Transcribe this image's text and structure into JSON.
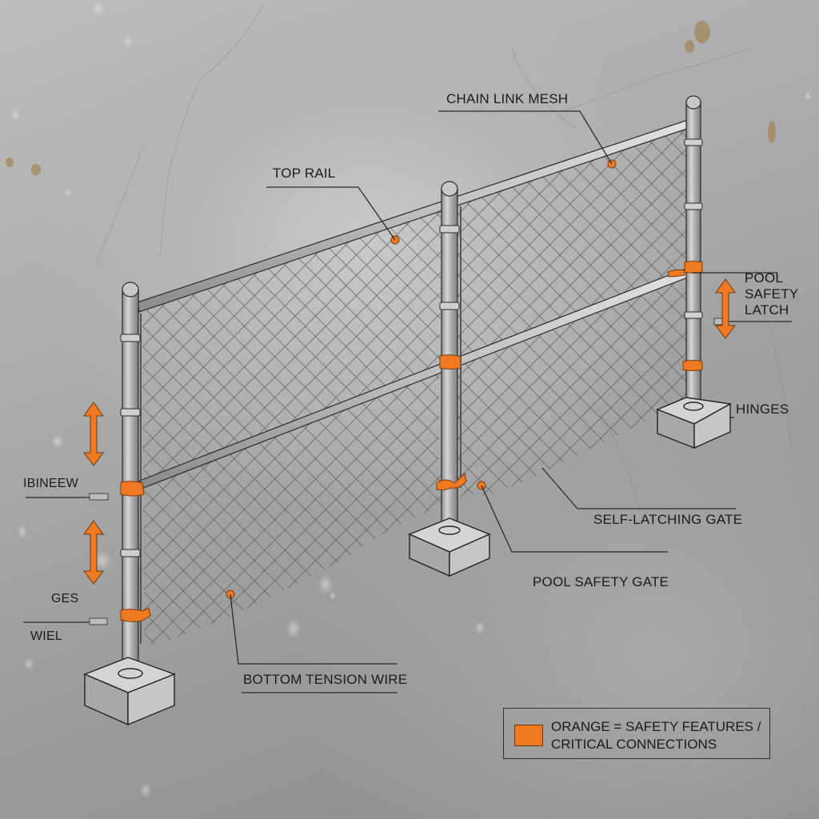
{
  "diagram": {
    "subject": "Chain link pool safety fence, isometric exploded illustration",
    "accent_color": "#f07a21",
    "background": "concrete texture",
    "callouts": [
      {
        "id": "chain-link-mesh",
        "label": "CHAIN LINK MESH"
      },
      {
        "id": "top-rail",
        "label": "TOP RAIL"
      },
      {
        "id": "pool-safety-latch",
        "label": "POOL\nSAFETY\nLATCH"
      },
      {
        "id": "hinges",
        "label": "HINGES"
      },
      {
        "id": "self-latching-gate",
        "label": "SELF-LATCHING GATE"
      },
      {
        "id": "pool-safety-gate",
        "label": "POOL SAFETY GATE"
      },
      {
        "id": "bottom-tension-wire",
        "label": "BOTTOM TENSION WIRE"
      },
      {
        "id": "left-label-1",
        "label": "IBINEEW"
      },
      {
        "id": "left-label-2",
        "label": "GES"
      },
      {
        "id": "left-label-3",
        "label": "WIEL"
      }
    ],
    "legend": {
      "swatch_color": "#f07a21",
      "text": "ORANGE = SAFETY FEATURES /\nCRITICAL CONNECTIONS"
    },
    "icons": [
      "double-arrow-icon",
      "double-arrow-icon",
      "double-arrow-icon"
    ]
  }
}
